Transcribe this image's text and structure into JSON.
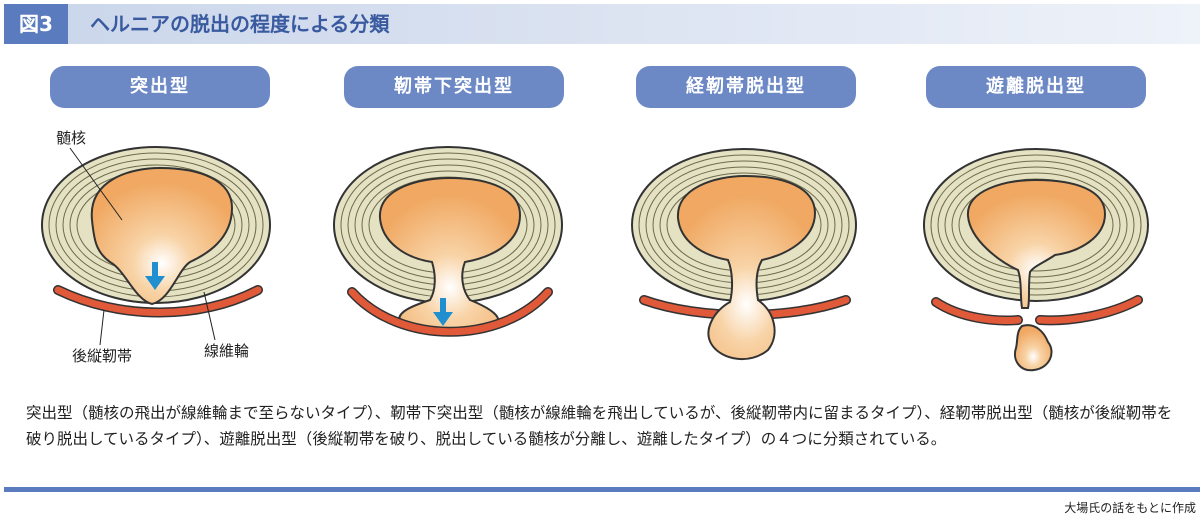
{
  "header": {
    "figure_tag": "図3",
    "title": "ヘルニアの脱出の程度による分類"
  },
  "panels": [
    {
      "label": "突出型"
    },
    {
      "label": "靭帯下突出型"
    },
    {
      "label": "経靭帯脱出型"
    },
    {
      "label": "遊離脱出型"
    }
  ],
  "annotations": {
    "nucleus": "髄核",
    "ligament": "後縦靭帯",
    "annulus": "線維輪"
  },
  "description": "突出型（髄核の飛出が線維輪まで至らないタイプ）、靭帯下突出型（髄核が線維輪を飛出しているが、後縦靭帯内に留まるタイプ）、経靭帯脱出型（髄核が後縦靭帯を破り脱出しているタイプ）、遊離脱出型（後縦靭帯を破り、脱出している髄核が分離し、遊離したタイプ）の４つに分類されている。",
  "source": "大場氏の話をもとに作成",
  "colors": {
    "accent": "#5a7bbd",
    "pill": "#6c89c6",
    "disc": "#e8e6c8",
    "nucleus": "#f2b06a",
    "ligament": "#e05a3a",
    "arrow": "#1f8fd0"
  }
}
